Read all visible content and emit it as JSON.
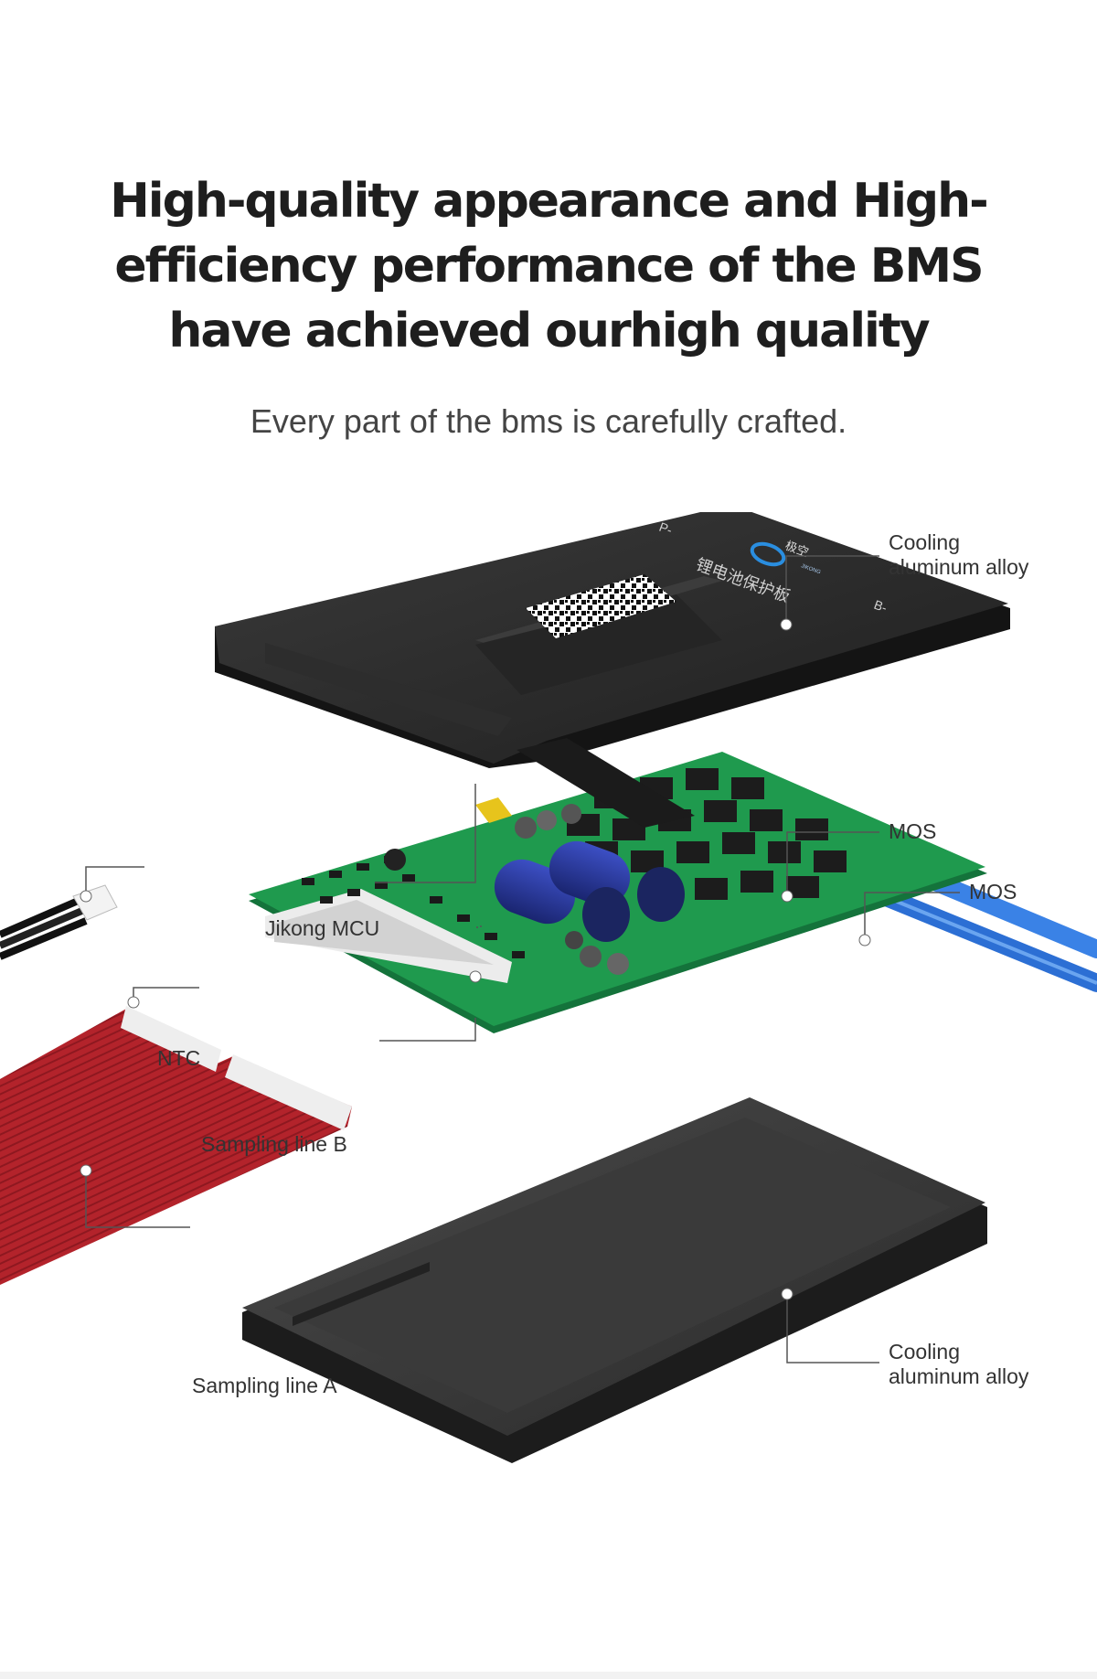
{
  "headline": {
    "line1": "High-quality appearance and High-",
    "line2": "efficiency performance of the BMS",
    "line3": "have achieved ourhigh quality"
  },
  "subtitle": "Every part of the bms is carefully crafted.",
  "product": {
    "cover_markings": {
      "p_minus": "P-",
      "b_minus": "B-",
      "chinese_text": "锂电池保护板",
      "brand_mark": "极空",
      "brand_small": "JIKONG"
    }
  },
  "callouts": {
    "cooling_top": {
      "line1": "Cooling",
      "line2": "aluminum alloy"
    },
    "mos_1": "MOS",
    "mos_2": "MOS",
    "jikong_mcu": "Jikong MCU",
    "ntc": "NTC",
    "sampling_line_b": "Sampling line B",
    "sampling_line_a": "Sampling line A",
    "cooling_bottom": {
      "line1": "Cooling",
      "line2": "aluminum alloy"
    }
  },
  "colors": {
    "enclosure": "#2b2b2b",
    "pcb": "#1f9a4e",
    "wire_red": "#b3232b",
    "wire_blue": "#2c6fd4",
    "capacitor": "#26359a",
    "mcu_yellow": "#e7c41c",
    "brand_blue": "#2a8ee0"
  }
}
